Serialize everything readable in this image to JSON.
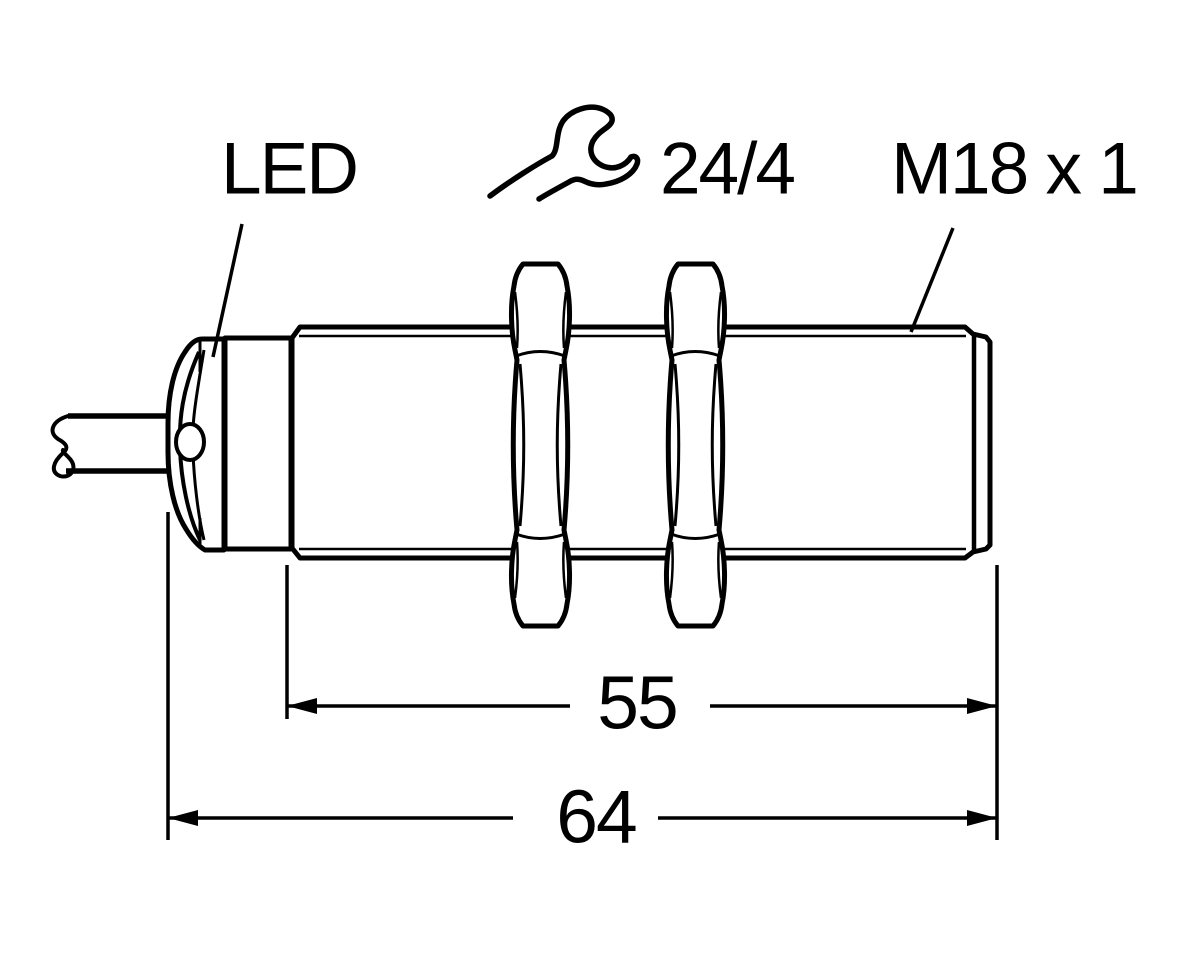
{
  "canvas": {
    "background": "#ffffff",
    "line_color": "#000000"
  },
  "diagram": {
    "kind": "proximity-sensor-dimension-drawing",
    "labels": {
      "led": "LED",
      "wrench_size": "24/4",
      "thread": "M18 x 1"
    },
    "dimensions": {
      "thread_length": "55",
      "overall_length": "64"
    },
    "icons": {
      "wrench": "open-end-wrench-icon"
    }
  }
}
